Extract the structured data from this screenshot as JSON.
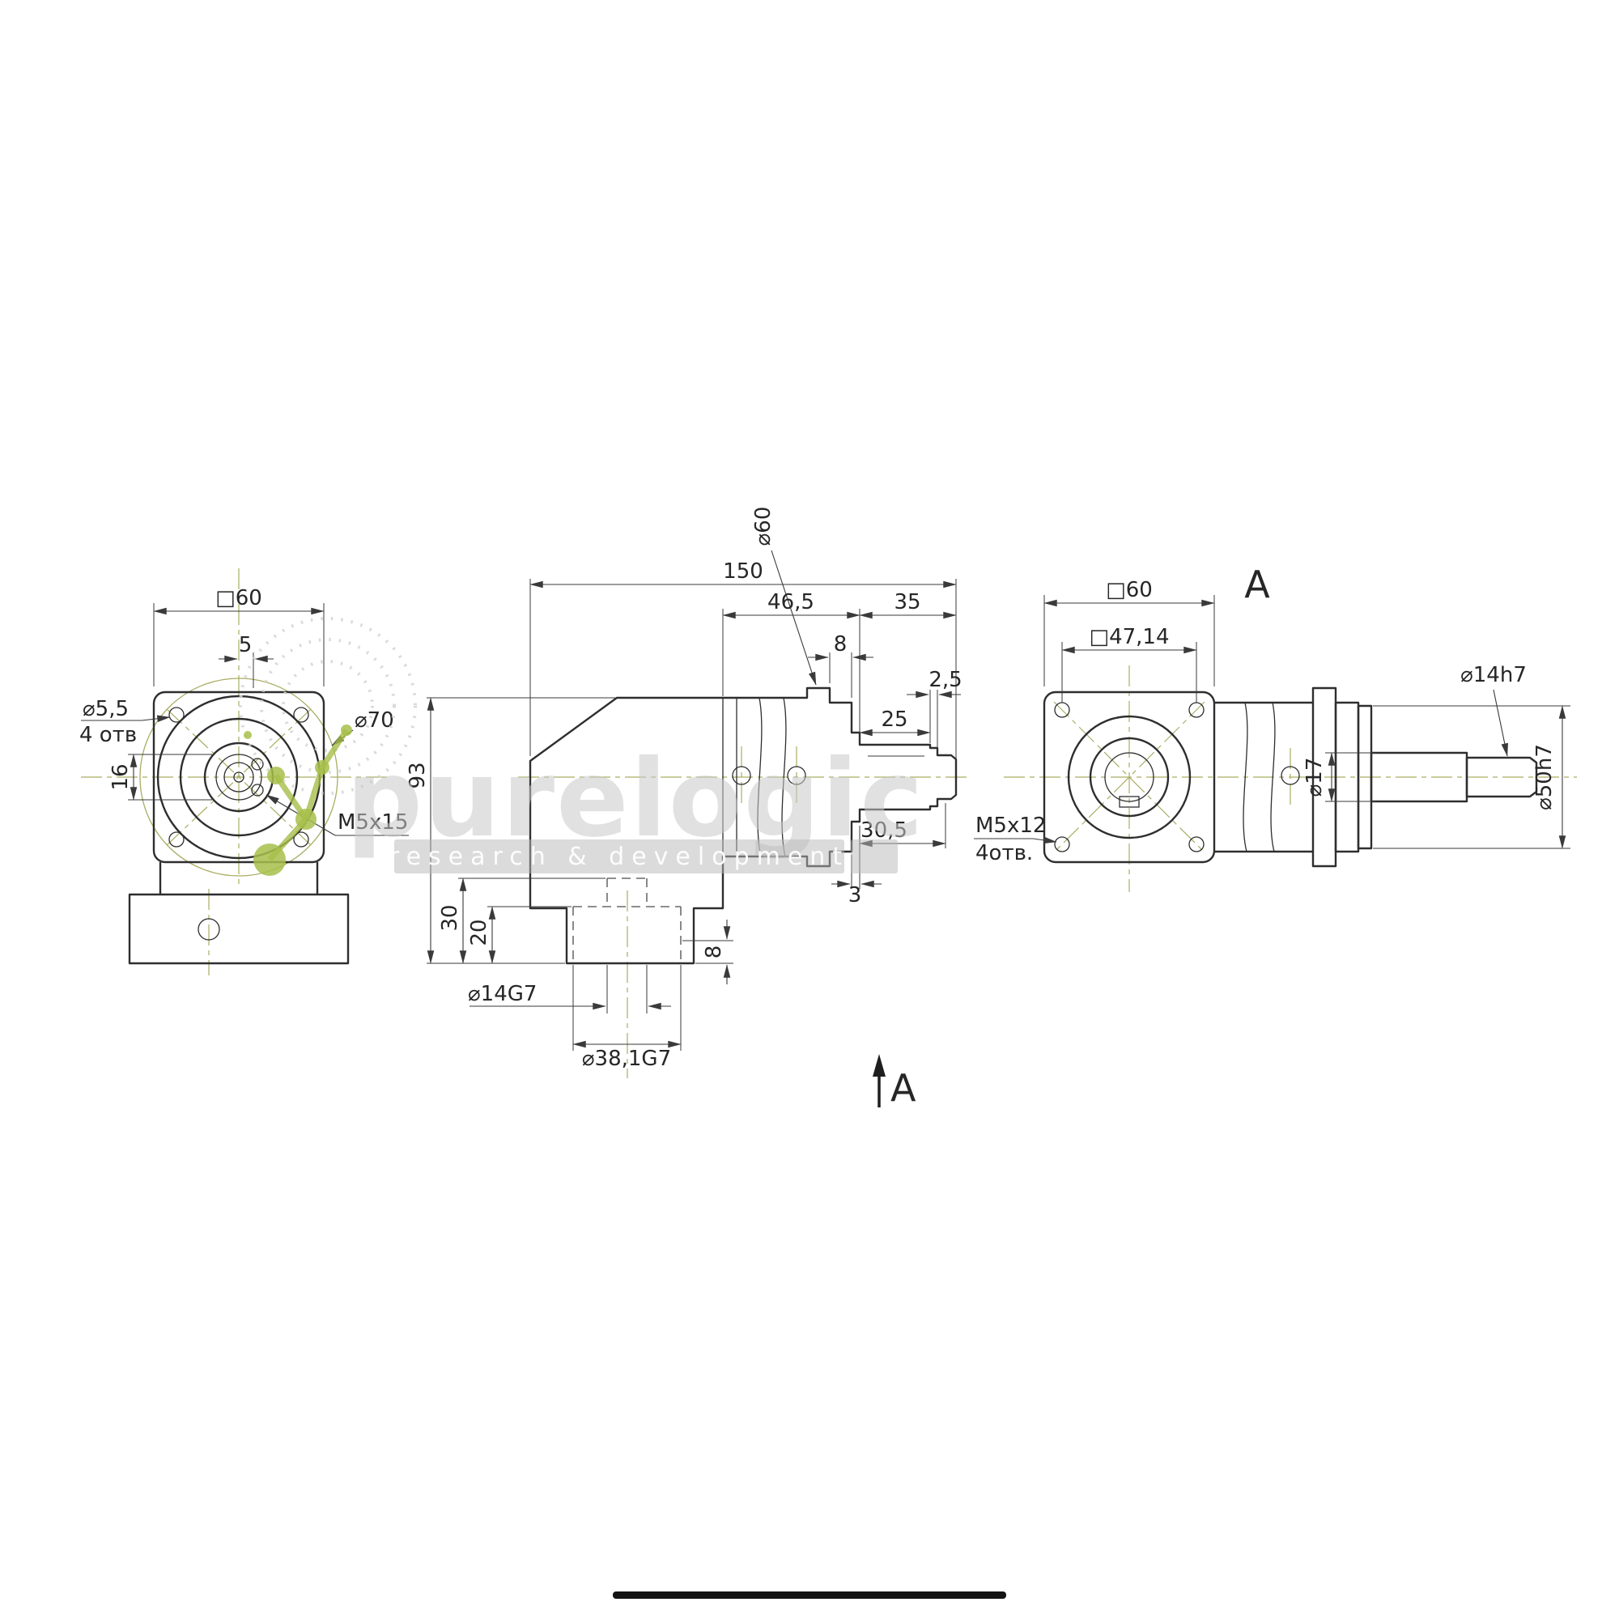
{
  "watermark": {
    "brand": "purelogic",
    "tagline": "research & development"
  },
  "front_view": {
    "dim_square": "□60",
    "dim_offset_5": "5",
    "hole_dia": "⌀5,5",
    "hole_count": "4 отв",
    "dim_16": "16",
    "dim_dia_70": "⌀70",
    "thread": "M5x15"
  },
  "side_view": {
    "dim_150": "150",
    "dim_dia_60": "⌀60",
    "dim_46_5": "46,5",
    "dim_35": "35",
    "dim_8_flange": "8",
    "dim_2_5": "2,5",
    "dim_25": "25",
    "dim_30_5": "30,5",
    "dim_3": "3",
    "dim_93": "93",
    "dim_30": "30",
    "dim_20": "20",
    "dim_8_foot": "8",
    "bore_14": "⌀14G7",
    "bore_38_1": "⌀38,1G7",
    "section_label": "A"
  },
  "view_a": {
    "label": "A",
    "dim_square_60": "□60",
    "dim_square_47_14": "□47,14",
    "shaft_dia_14": "⌀14h7",
    "dia_17": "⌀17",
    "dia_50": "⌀50h7",
    "thread": "M5x12",
    "thread_count": "4отв."
  }
}
